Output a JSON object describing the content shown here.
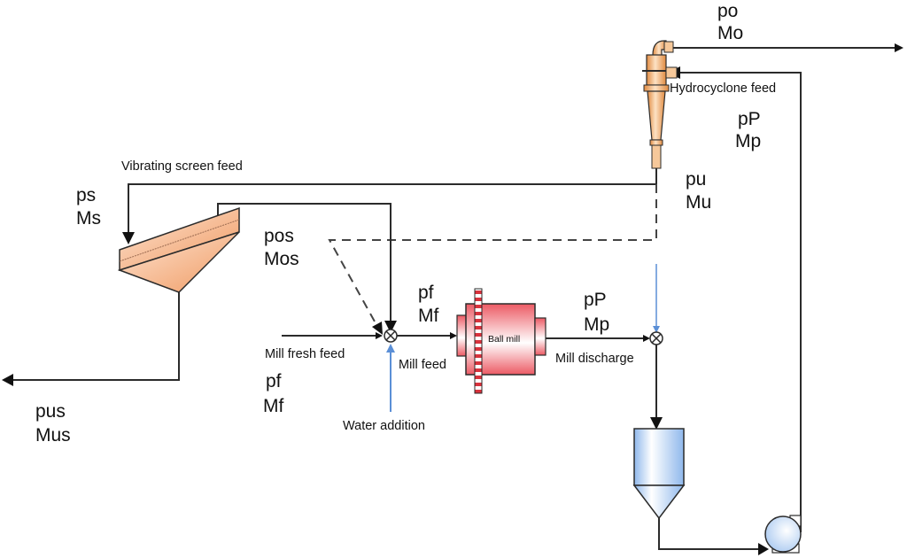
{
  "diagram": {
    "title": "Ball mill grinding circuit with hydrocyclone and vibrating screen",
    "colors": {
      "line": "#2b2b2b",
      "water_line": "#5b8fd6",
      "screen_fill": "#f2a070",
      "mill_fill": "#ee6a72",
      "sump_fill": "#a8c8f0",
      "cyclone_fill": "#f0a860"
    },
    "equipment": {
      "hydrocyclone": "Hydrocyclone",
      "vibrating_screen": "Vibrating screen",
      "ball_mill": "Ball mill",
      "sump": "Sump",
      "pump": "Pump",
      "mixer_feed": "Mixing junction (mill feed)",
      "mixer_discharge": "Mixing junction (mill discharge)"
    },
    "labels": {
      "hydrocyclone_feed": "Hydrocyclone feed",
      "vibrating_screen_feed": "Vibrating screen feed",
      "mill_fresh_feed": "Mill fresh feed",
      "mill_feed": "Mill feed",
      "water_addition": "Water addition",
      "ball_mill": "Ball mill",
      "mill_discharge": "Mill discharge"
    },
    "streams": {
      "overflow": {
        "p": "po",
        "M": "Mo"
      },
      "cyclone_feed": {
        "p": "pP",
        "M": "Mp"
      },
      "underflow": {
        "p": "pu",
        "M": "Mu"
      },
      "screen_feed": {
        "p": "ps",
        "M": "Ms"
      },
      "screen_oversize": {
        "p": "pos",
        "M": "Mos"
      },
      "mill_feed": {
        "p": "pf",
        "M": "Mf"
      },
      "fresh_feed": {
        "p": "pf",
        "M": "Mf"
      },
      "mill_product": {
        "p": "pP",
        "M": "Mp"
      },
      "screen_undersize": {
        "p": "pus",
        "M": "Mus"
      }
    }
  }
}
